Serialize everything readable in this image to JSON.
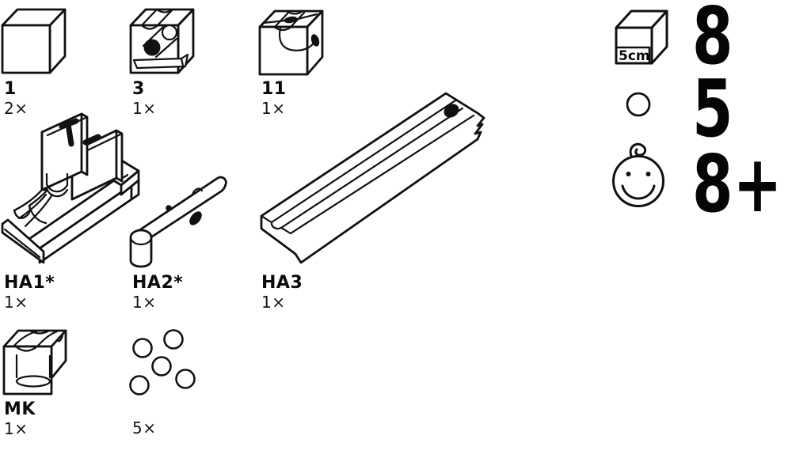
{
  "page": {
    "background": "#ffffff",
    "line_color": "#111111"
  },
  "parts": [
    {
      "name": "1",
      "count": "2×",
      "icon": "plain-cube"
    },
    {
      "name": "3",
      "count": "1×",
      "icon": "cube-diagonal-tunnel-with-ball"
    },
    {
      "name": "11",
      "count": "1×",
      "icon": "cube-cross-channel-side-exit"
    },
    {
      "name": "HA1*",
      "count": "1×",
      "icon": "launcher-base-block"
    },
    {
      "name": "HA2*",
      "count": "1×",
      "icon": "launcher-stick"
    },
    {
      "name": "HA3",
      "count": "1×",
      "icon": "long-ramp-rail-with-ball"
    },
    {
      "name": "MK",
      "count": "1×",
      "icon": "marble-catcher-cube"
    },
    {
      "name": "",
      "count": "5×",
      "icon": "five-marbles"
    }
  ],
  "specs": {
    "cube": {
      "size_label": "5cm",
      "count": "8"
    },
    "marble": {
      "count": "5"
    },
    "age": {
      "rating": "8+"
    }
  }
}
